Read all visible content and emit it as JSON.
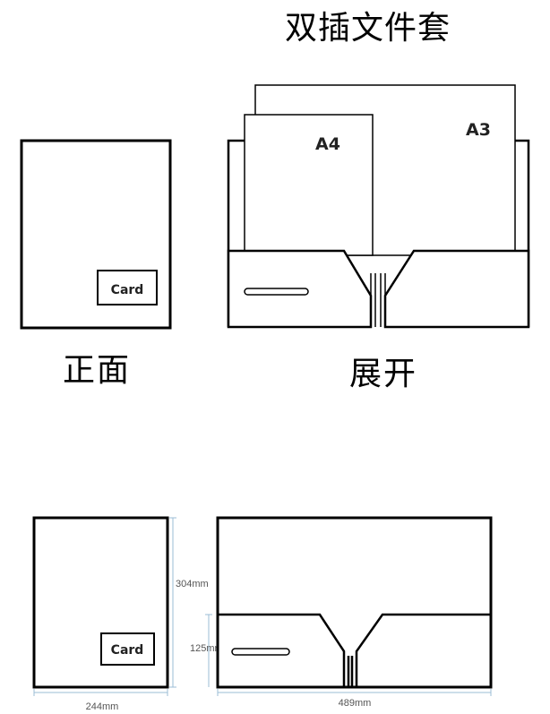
{
  "title": "双插文件套",
  "labels": {
    "front": "正面",
    "open": "展开"
  },
  "sheets": {
    "a4": "A4",
    "a3": "A3"
  },
  "card": {
    "top": "Card",
    "bottom": "Card"
  },
  "dimensions": {
    "height": "304mm",
    "pocket_height": "125mm",
    "width_closed": "244mm",
    "width_open": "489mm"
  },
  "colors": {
    "outline": "#000000",
    "dimension": "#9bbcd6",
    "dim_text": "#555555"
  }
}
